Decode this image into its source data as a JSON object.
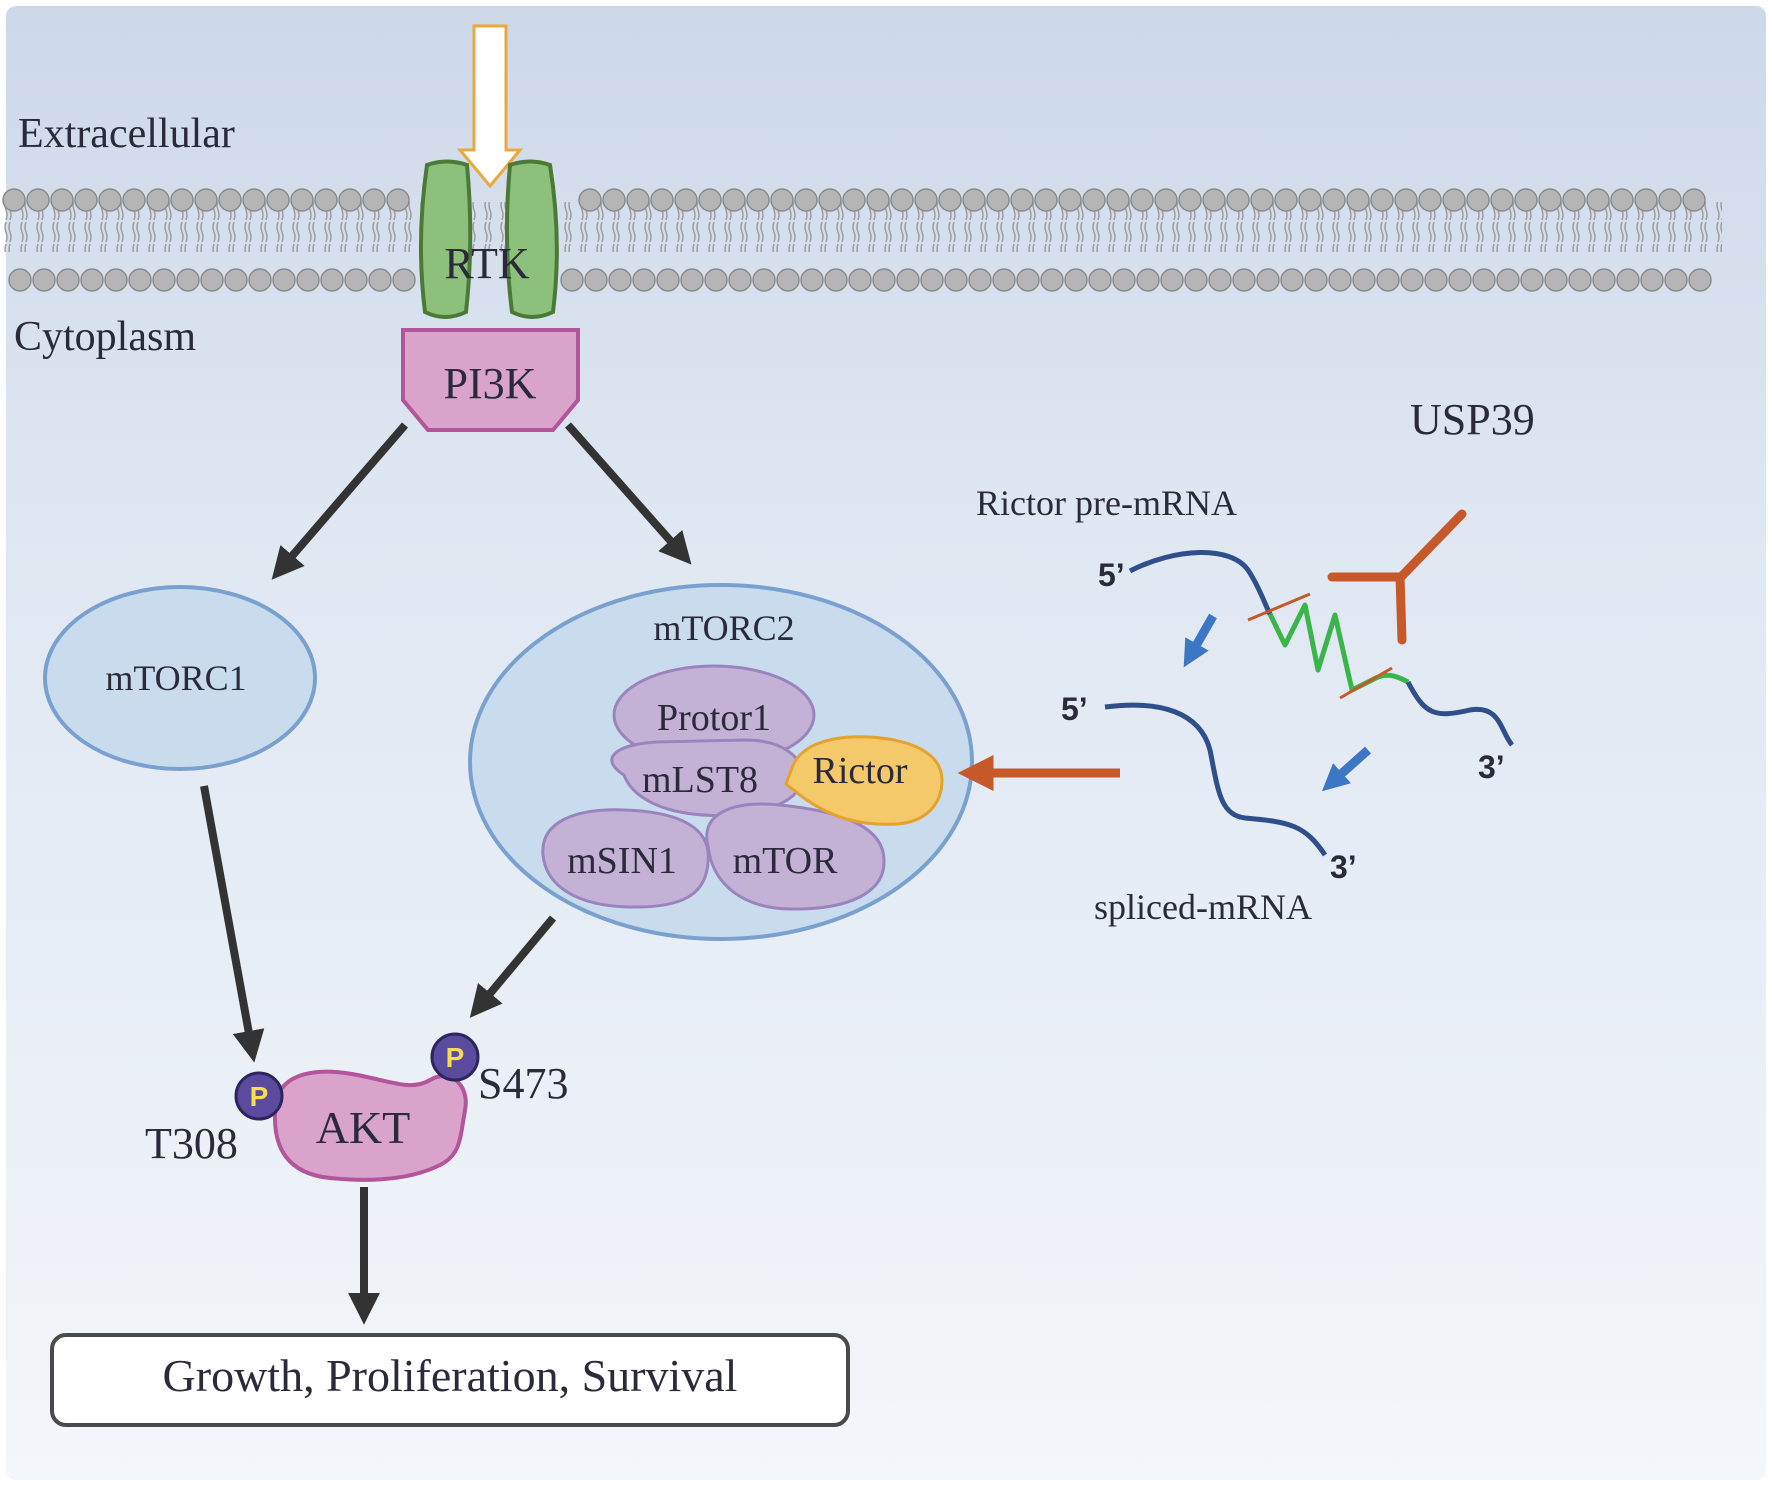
{
  "regions": {
    "extracellular": "Extracellular",
    "cytoplasm": "Cytoplasm"
  },
  "nodes": {
    "rtk": "RTK",
    "pi3k": "PI3K",
    "mtorc1": "mTORC1",
    "mtorc2": "mTORC2",
    "protor1": "Protor1",
    "mlst8": "mLST8",
    "rictor": "Rictor",
    "msin1": "mSIN1",
    "mtor": "mTOR",
    "akt": "AKT",
    "outcome": "Growth, Proliferation, Survival"
  },
  "phospho": {
    "symbol": "P",
    "site_left": "T308",
    "site_right": "S473"
  },
  "splicing": {
    "usp39": "USP39",
    "pre_mrna": "Rictor pre-mRNA",
    "spliced_mrna": "spliced-mRNA",
    "five_prime": "5’",
    "three_prime": "3’"
  },
  "colors": {
    "background": "#dfe7f2",
    "membrane_head": "#b5b5b5",
    "rtk": "#8cc07b",
    "pi3k_akt": "#d9a3cc",
    "complex_fill": "#c8dced",
    "complex_border": "#7aa0cf",
    "subunit": "#c3b2d6",
    "rictor": "#f4c96a",
    "usp39": "#c6582a",
    "mrna": "#2e4f8c",
    "intron": "#3ab54a",
    "splice_arrow": "#3b77c4",
    "arrow": "#333333"
  }
}
